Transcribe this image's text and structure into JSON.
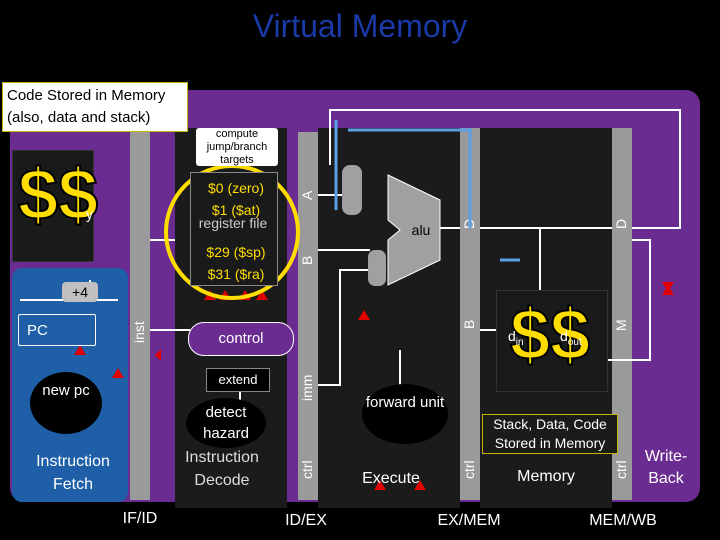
{
  "title": "Virtual Memory",
  "note_code": "Code Stored in Memory (also, data and stack)",
  "note_stack": "Stack, Data, Code Stored in Memory",
  "dollar_sign": "$$",
  "pipeline_regs": [
    "IF/ID",
    "ID/EX",
    "EX/MEM",
    "MEM/WB"
  ],
  "stages": {
    "fetch": "Instruction Fetch",
    "decode": "Instruction Decode",
    "execute": "Execute",
    "memory": "Memory",
    "writeback": "Write-Back"
  },
  "blocks": {
    "pc": "PC",
    "plus4": "+4",
    "new_pc": "new pc",
    "control": "control",
    "extend": "extend",
    "detect_hazard": "detect hazard",
    "forward_unit": "forward unit",
    "alu": "alu",
    "compute_targets": "compute jump/branch targets",
    "register_file": "register file",
    "d_in": "d",
    "d_in_sub": "in",
    "d_out": "d",
    "d_out_sub": "out"
  },
  "registers": [
    "$0 (zero)",
    "$1 ($at)",
    "$29 ($sp)",
    "$31 ($ra)"
  ],
  "bar_labels": {
    "inst": "inst",
    "A": "A",
    "B": "B",
    "imm": "imm",
    "ctrl_idex": "ctrl",
    "D_exmem": "D",
    "B_exmem": "B",
    "ctrl_exmem": "ctrl",
    "D_memwb": "D",
    "M": "M",
    "ctrl_memwb": "ctrl"
  },
  "y_label": "y",
  "colors": {
    "background": "#000000",
    "title": "#1a3aa8",
    "purple": "#6b2c91",
    "blue": "#1e5fa8",
    "bar": "#9a9a9a",
    "highlight": "#ffdd00"
  }
}
